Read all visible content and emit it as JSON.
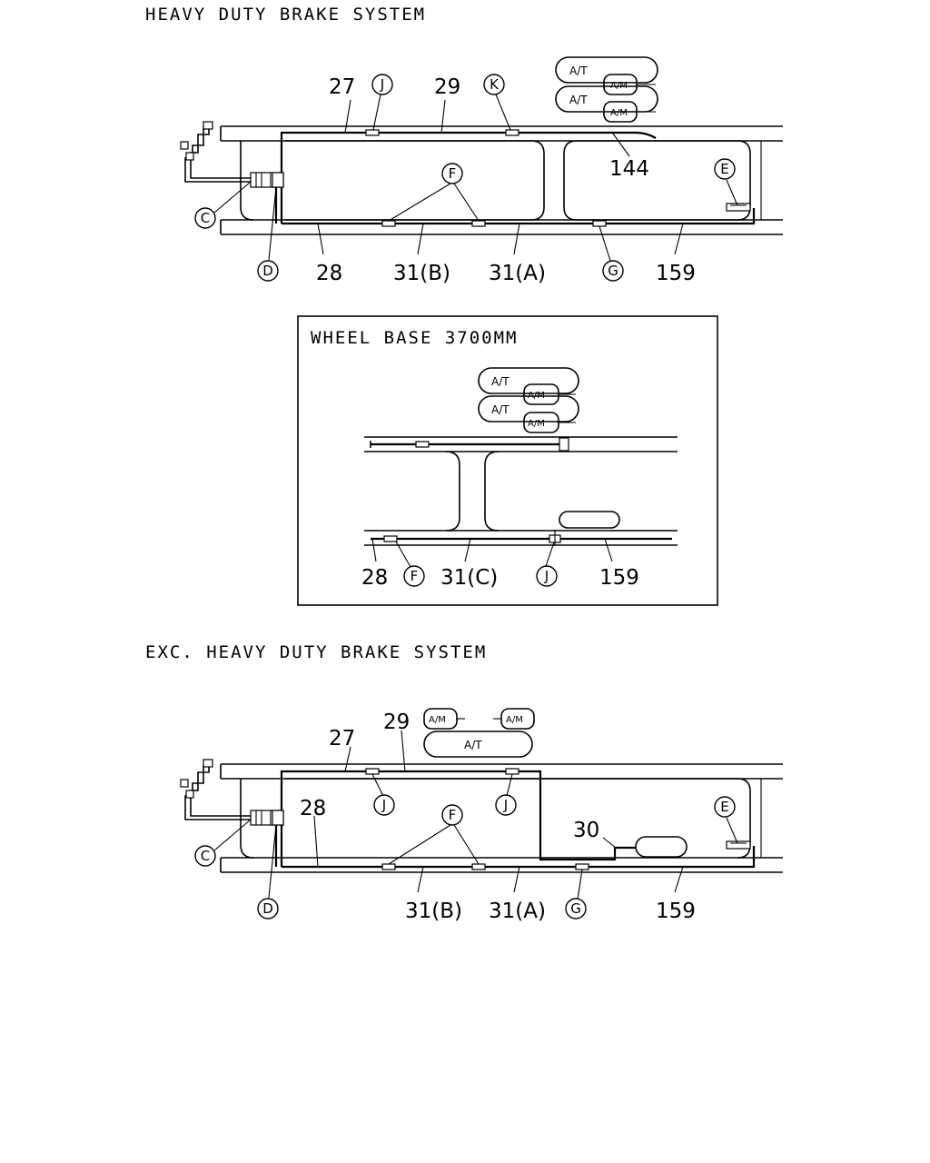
{
  "sections": {
    "heavy": {
      "title": "HEAVY DUTY BRAKE SYSTEM"
    },
    "inset": {
      "title": "WHEEL BASE 3700MM"
    },
    "exc": {
      "title": "EXC. HEAVY DUTY BRAKE SYSTEM"
    }
  },
  "heavy_labels": {
    "n27": "27",
    "n29": "29",
    "n144": "144",
    "n28": "28",
    "n31b": "31(B)",
    "n31a": "31(A)",
    "n159": "159",
    "J": "J",
    "K": "K",
    "F": "F",
    "E": "E",
    "C": "C",
    "D": "D",
    "G": "G",
    "tank_at_1": "A/T",
    "tank_at_2": "A/T",
    "tank_am_1": "A/M",
    "tank_am_2": "A/M"
  },
  "inset_labels": {
    "n28": "28",
    "F": "F",
    "n31c": "31(C)",
    "J": "J",
    "n159": "159",
    "tank_at_1": "A/T",
    "tank_at_2": "A/T",
    "tank_am_1": "A/M",
    "tank_am_2": "A/M"
  },
  "exc_labels": {
    "n27": "27",
    "n29": "29",
    "n28": "28",
    "n30": "30",
    "n31b": "31(B)",
    "n31a": "31(A)",
    "n159": "159",
    "J1": "J",
    "J2": "J",
    "F": "F",
    "E": "E",
    "C": "C",
    "D": "D",
    "G": "G",
    "tank_am_1": "A/M",
    "tank_am_2": "A/M",
    "tank_at": "A/T"
  }
}
